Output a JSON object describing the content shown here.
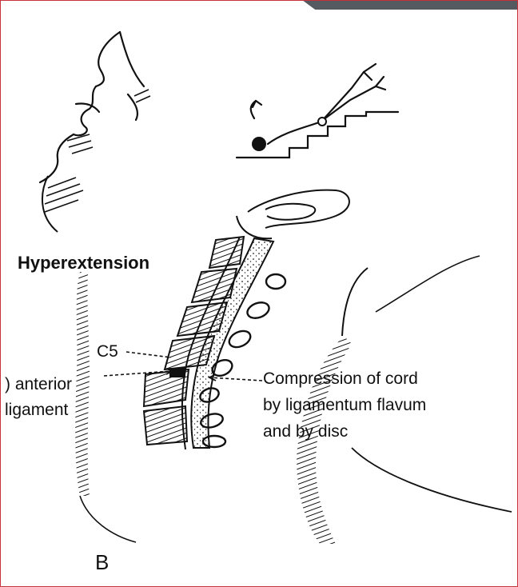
{
  "figure": {
    "panel_letter": "B",
    "labels": {
      "hyperextension": "Hyperextension",
      "c5": "C5",
      "anterior_line1": ") anterior",
      "anterior_line2": "ligament",
      "compression_line1": "Compression of cord",
      "compression_line2": "by ligamentum flavum",
      "compression_line3": "and by disc"
    }
  },
  "colors": {
    "frame_border": "#c8323c",
    "corner_tab": "#555a60",
    "ink": "#111111"
  }
}
